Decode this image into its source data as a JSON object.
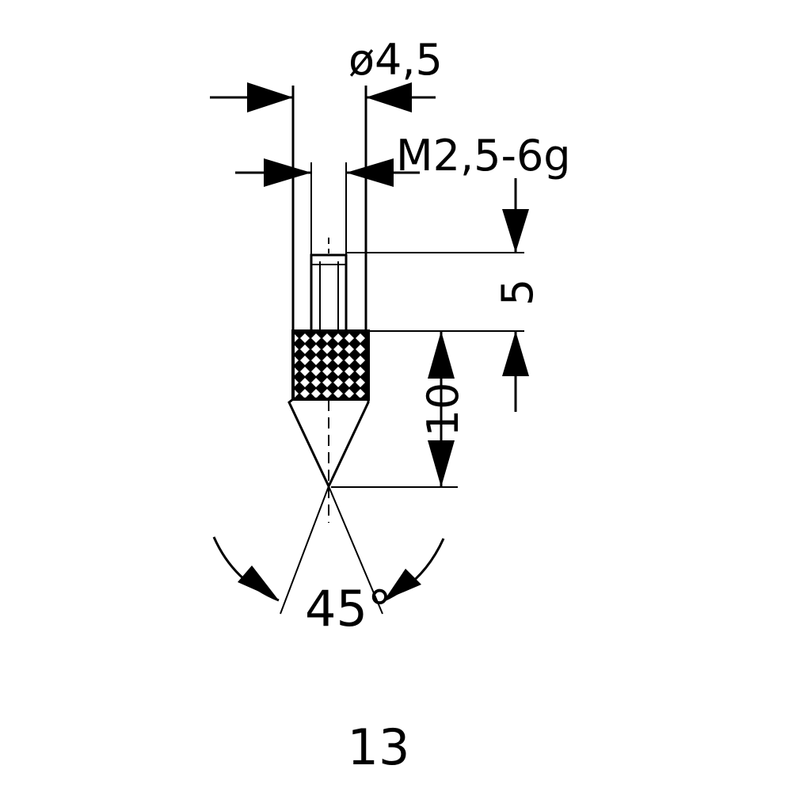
{
  "drawing": {
    "dimensions": {
      "diameter_body": "ø4,5",
      "thread": "M2,5-6g",
      "thread_length": "5",
      "tip_length": "10",
      "tip_angle": "45°"
    },
    "figure_number": "13",
    "colors": {
      "ink": "#000000",
      "paper": "#ffffff"
    }
  }
}
